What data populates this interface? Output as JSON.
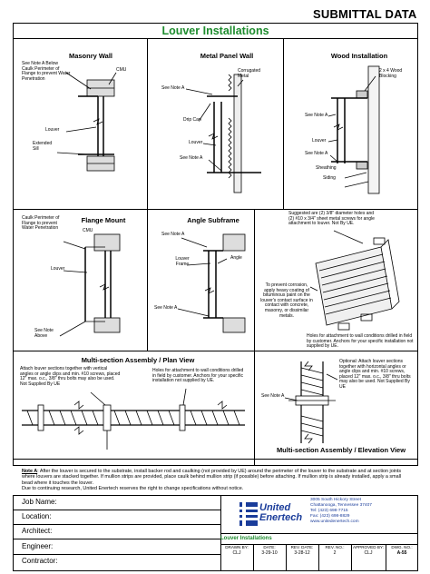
{
  "header": {
    "title": "SUBMITTAL DATA"
  },
  "sheet_title": "Louver Installations",
  "panels": {
    "masonry": {
      "title": "Masonry Wall",
      "see_note": "See Note A Below",
      "caulk": "Caulk Perimeter of Flange to prevent Water Penetration",
      "cmu": "CMU",
      "louver": "Louver",
      "sill": "Extended Sill"
    },
    "metal": {
      "title": "Metal Panel Wall",
      "see_note_a": "See Note A",
      "corrugated": "Corrugated Metal",
      "drip": "Drip Cap",
      "louver": "Louver",
      "see_note_a2": "See Note A"
    },
    "wood": {
      "title": "Wood Installation",
      "blocking": "2 x 4 Wood Blocking",
      "see_note_a": "See Note A",
      "louver": "Louver",
      "see_note_a2": "See Note A",
      "sheathing": "Sheathing",
      "siding": "Siding"
    },
    "flange": {
      "title": "Flange Mount",
      "caulk": "Caulk Perimeter of Flange to prevent Water Penetration",
      "cmu": "CMU",
      "louver": "Louver",
      "see_note": "See Note Above"
    },
    "angle": {
      "title": "Angle Subframe",
      "see_note_a": "See Note A",
      "louver_frame": "Louver Frame",
      "angle": "Angle",
      "see_note_a2": "See Note A"
    },
    "iso": {
      "suggested": "Suggested are (2) 3/8\" diameter holes and (2) #10 x 3/4\" sheet metal screws for angle attachment to louver. Not By UE.",
      "corrosion": "To prevent corrosion, apply heavy coating of bituminous paint on the louver's contact surface in contact with concrete, masonry, or dissimilar metals.",
      "holes": "Holes for attachment to wall conditions drilled in field by customer. Anchors for your specific installation not supplied by UE."
    },
    "plan": {
      "title": "Multi-section Assembly / Plan View",
      "attach": "Attach louver sections together with vertical angles or angle clips and min. #10 screws, placed 12\" max. o.c., 3/8\" thru bolts may also be used. Not Supplied By UE",
      "holes": "Holes for attachment to wall conditions drilled in field by customer. Anchors for your specific installation not supplied by UE."
    },
    "elev": {
      "title": "Multi-section Assembly / Elevation View",
      "optional": "Optional: Attach louver sections together with horizontal angles or angle clips and min. #10 screws, placed 12\" max. o.c., 3/8\" thru bolts may also be used. Not Supplied By UE",
      "see_note_a": "See Note A"
    }
  },
  "note_a": {
    "lead": "Note A",
    "text": ": After the louver is secured to the substrate, install backer rod and caulking (not provided by UE) around the perimeter of the louver to the substrate and at section joints where louvers are stacked together. If mullion strips are provided, place caulk behind mullion strip (if possible) before attaching. If mullion strip is already installed, apply a small bead where it touches the louver.",
    "research": "Due to continuing research, United Enertech reserves the right to change specifications without notice."
  },
  "title_block": {
    "fields": [
      "Job Name:",
      "Location:",
      "Architect:",
      "Engineer:",
      "Contractor:"
    ],
    "company": [
      "United",
      "Enertech"
    ],
    "address": [
      "3005 South Hickory Street",
      "Chattanooga, Tennessee 37407",
      "Tel: (423) 698-7715",
      "Fax: (423) 698-8829",
      "www.unitedenertech.com"
    ],
    "page_title": "Louver Installations",
    "cols": [
      {
        "h": "DRAWN BY:",
        "v": "CLJ"
      },
      {
        "h": "DATE:",
        "v": "3-29-10"
      },
      {
        "h": "REV. DATE:",
        "v": "3-28-12"
      },
      {
        "h": "REV. NO.:",
        "v": "2"
      },
      {
        "h": "APPROVED BY:",
        "v": "CLJ"
      },
      {
        "h": "DWG. NO.:",
        "v": "A-55"
      }
    ]
  }
}
